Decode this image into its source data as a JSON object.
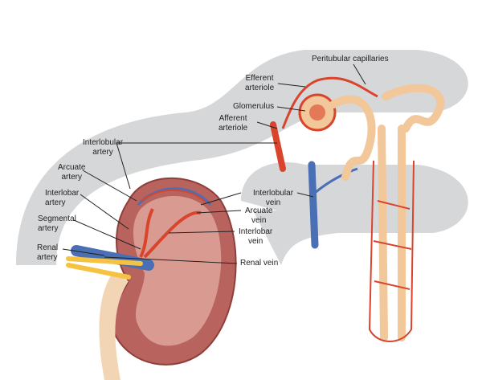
{
  "labels": {
    "peritubular_capillaries": "Peritubular capillaries",
    "efferent_arteriole_1": "Efferent",
    "efferent_arteriole_2": "arteriole",
    "glomerulus": "Glomerulus",
    "afferent_arteriole_1": "Afferent",
    "afferent_arteriole_2": "arteriole",
    "interlobular_artery_1": "Interlobular",
    "interlobular_artery_2": "artery",
    "arcuate_artery_1": "Arcuate",
    "arcuate_artery_2": "artery",
    "interlobar_artery_1": "Interlobar",
    "interlobar_artery_2": "artery",
    "segmental_artery_1": "Segmental",
    "segmental_artery_2": "artery",
    "renal_artery_1": "Renal",
    "renal_artery_2": "artery",
    "interlobular_vein_1": "Interlobular",
    "interlobular_vein_2": "vein",
    "arcuate_vein_1": "Arcuate",
    "arcuate_vein_2": "vein",
    "interlobar_vein_1": "Interlobar",
    "interlobar_vein_2": "vein",
    "renal_vein": "Renal vein"
  },
  "colors": {
    "artery": "#d9442c",
    "vein": "#4a6fb5",
    "band": "#d6d7d9",
    "kidney": "#b8635e",
    "tubule": "#f2c79a",
    "nerve": "#f5c242"
  }
}
